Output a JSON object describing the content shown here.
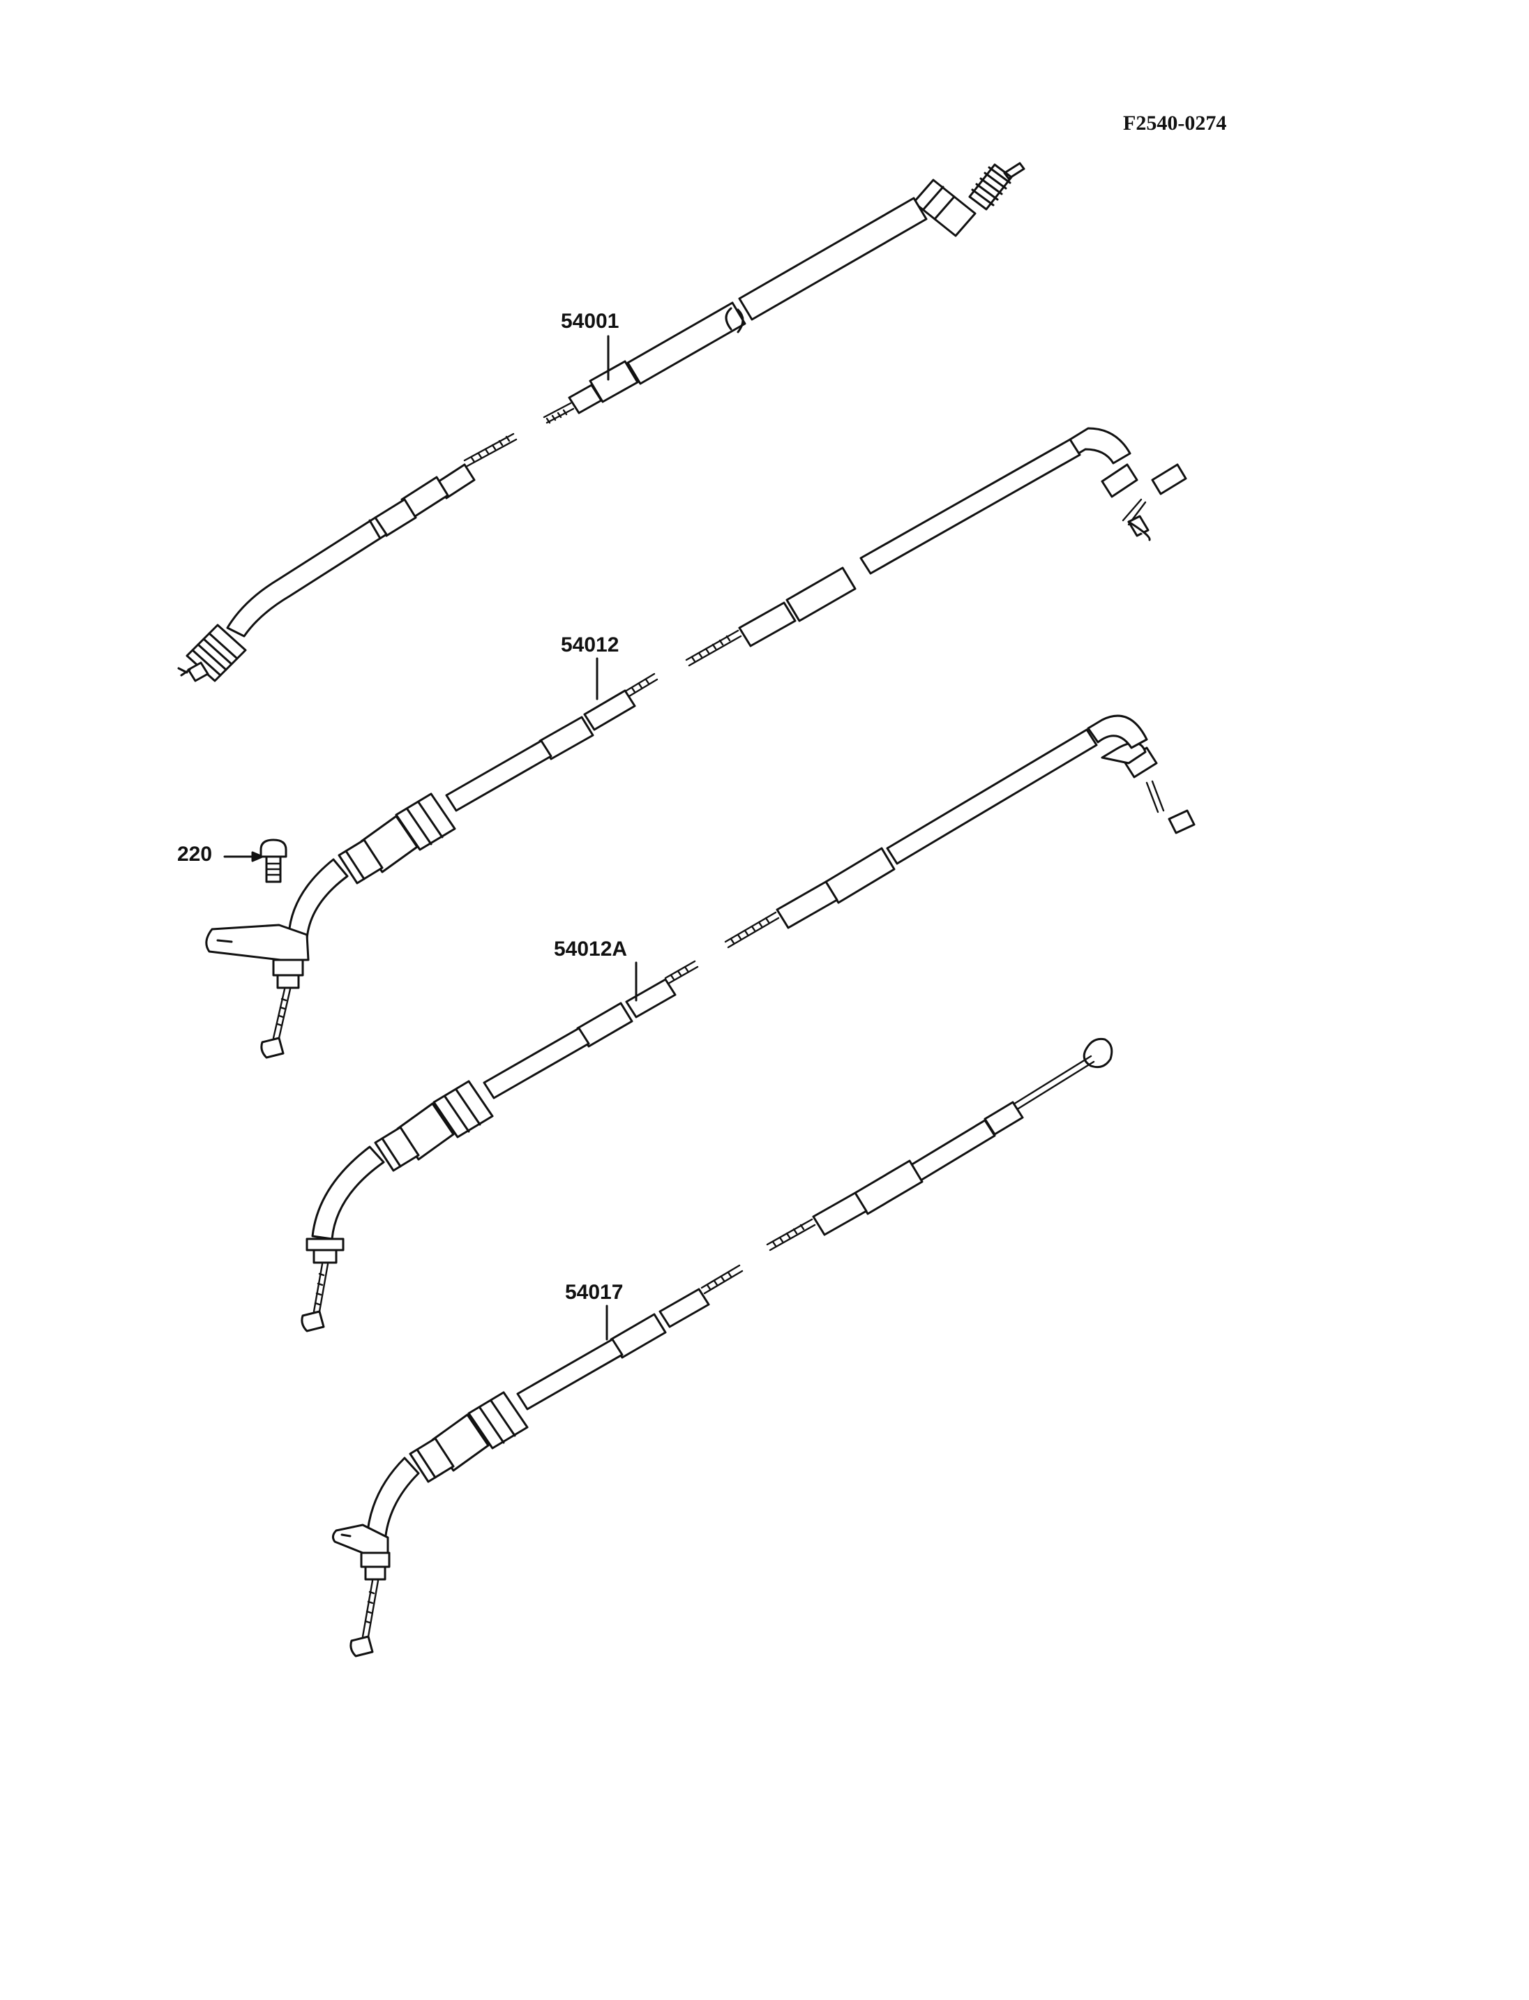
{
  "diagram": {
    "figure_code": "F2540-0274",
    "parts": [
      {
        "number": "54001",
        "name_icon": "speedometer-cable-icon"
      },
      {
        "number": "54012",
        "name_icon": "throttle-cable-opening-icon"
      },
      {
        "number": "220",
        "name_icon": "screw-icon"
      },
      {
        "number": "54012A",
        "name_icon": "throttle-cable-closing-icon"
      },
      {
        "number": "54017",
        "name_icon": "choke-cable-icon"
      }
    ],
    "colors": {
      "ink": "#111111",
      "paper": "#ffffff"
    }
  }
}
